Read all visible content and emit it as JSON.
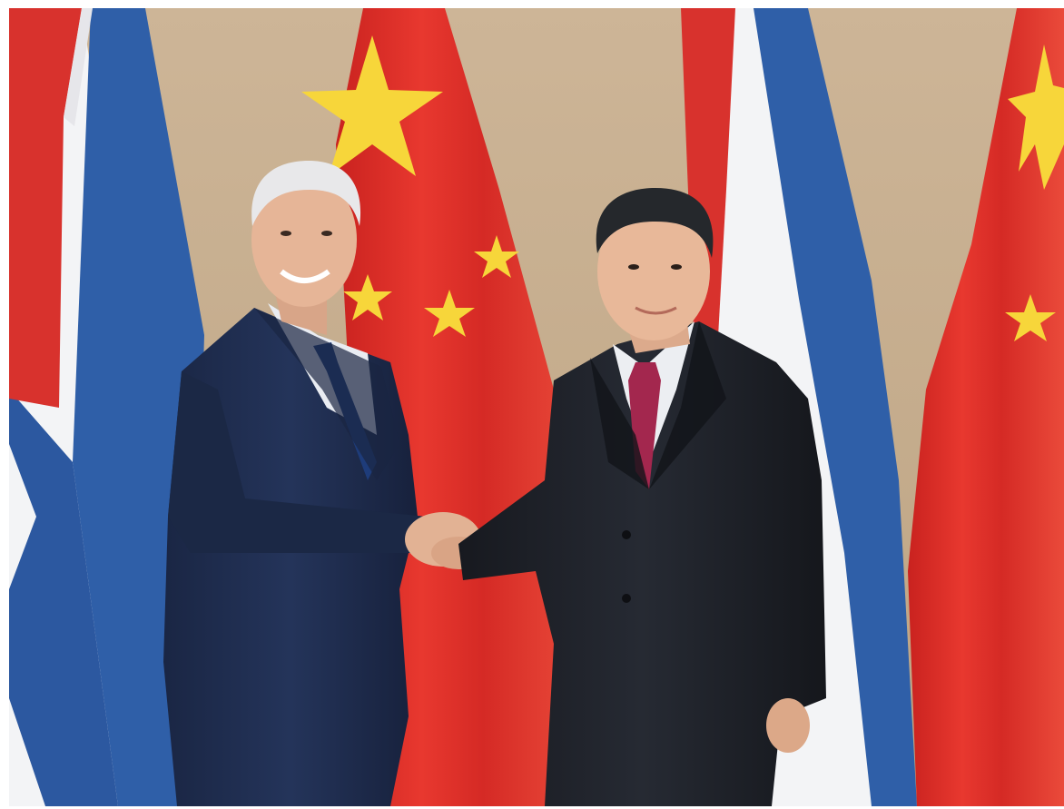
{
  "scene": {
    "subjects": [
      "left-person",
      "right-person"
    ],
    "flags": [
      "cuba-flag",
      "china-flag",
      "cuba-flag",
      "china-flag"
    ],
    "colors": {
      "wall": "#c9b193",
      "cuba_blue": "#2f5fa8",
      "cuba_white": "#f3f4f6",
      "cuba_red": "#d8322d",
      "china_red": "#e0302a",
      "china_star": "#f7d63a",
      "suit_left": "#1d2a4a",
      "suit_right": "#1c1f27",
      "tie_left": "#1e3c7a",
      "tie_right": "#a3274e",
      "skin": "#e6b597",
      "hair_left": "#e8e8ea",
      "hair_right": "#25282c"
    }
  }
}
